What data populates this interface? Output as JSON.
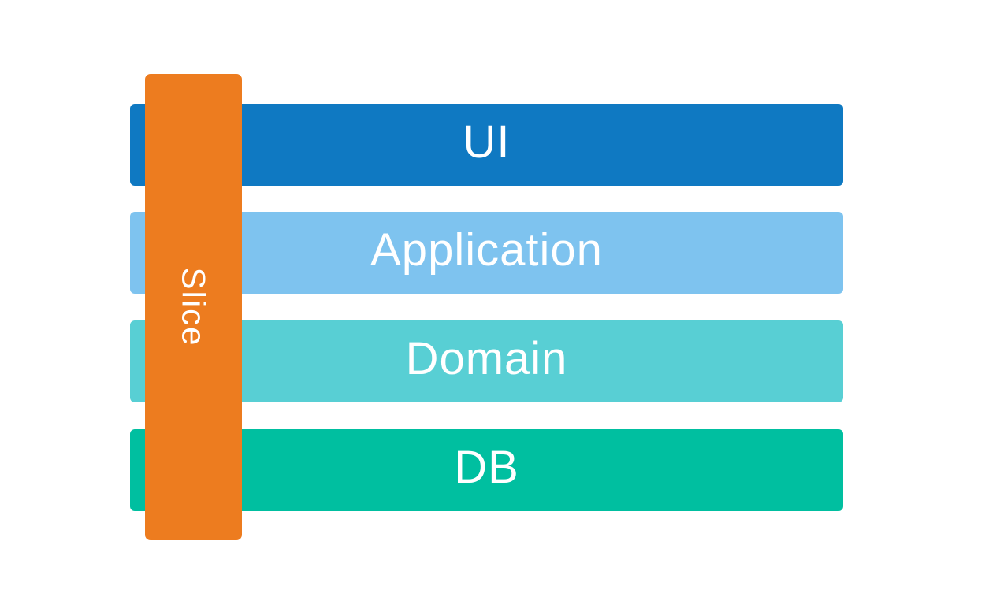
{
  "diagram": {
    "title": "layered-architecture-with-vertical-slice",
    "background_color": "#ffffff",
    "text_color": "#ffffff",
    "layers": [
      {
        "label": "UI",
        "color": "#0f79c2"
      },
      {
        "label": "Application",
        "color": "#7ec3ef"
      },
      {
        "label": "Domain",
        "color": "#58cfd4"
      },
      {
        "label": "DB",
        "color": "#00bfa0"
      }
    ],
    "slice": {
      "label": "Slice",
      "color": "#ed7c1f"
    }
  }
}
